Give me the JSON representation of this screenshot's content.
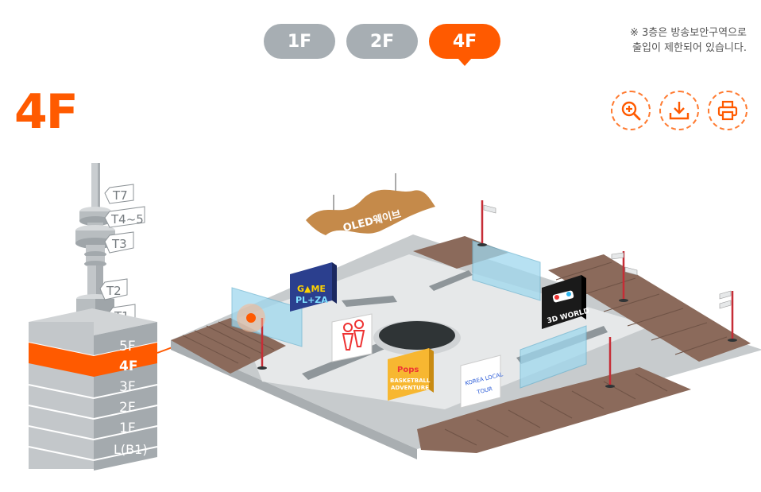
{
  "floor_tabs": [
    {
      "label": "1F",
      "active": false
    },
    {
      "label": "2F",
      "active": false
    },
    {
      "label": "4F",
      "active": true
    }
  ],
  "notice": {
    "line1": "※ 3층은 방송보안구역으로",
    "line2": "출입이 제한되어 있습니다."
  },
  "current_floor": "4F",
  "tools": [
    {
      "name": "zoom-in-icon"
    },
    {
      "name": "download-icon"
    },
    {
      "name": "print-icon"
    }
  ],
  "tower": {
    "top_labels": [
      "T7",
      "T4~5",
      "T3",
      "T2",
      "T1"
    ],
    "floors": [
      "5F",
      "4F",
      "3F",
      "2F",
      "1F",
      "L(B1)"
    ],
    "active_floor": "4F"
  },
  "map": {
    "oled_sign": "OLED웨이브",
    "game_plaza_line1": "G▲ME",
    "game_plaza_line2": "PL+ZA",
    "world3d": "3D WORLD",
    "bball_brand": "Pops",
    "bball_line1": "BASKETBALL",
    "bball_line2": "ADVENTURE",
    "tour_line1": "KOREA LOCAL",
    "tour_line2": "TOUR"
  },
  "colors": {
    "accent": "#ff5a00",
    "tab_inactive": "#a7aeb3"
  }
}
